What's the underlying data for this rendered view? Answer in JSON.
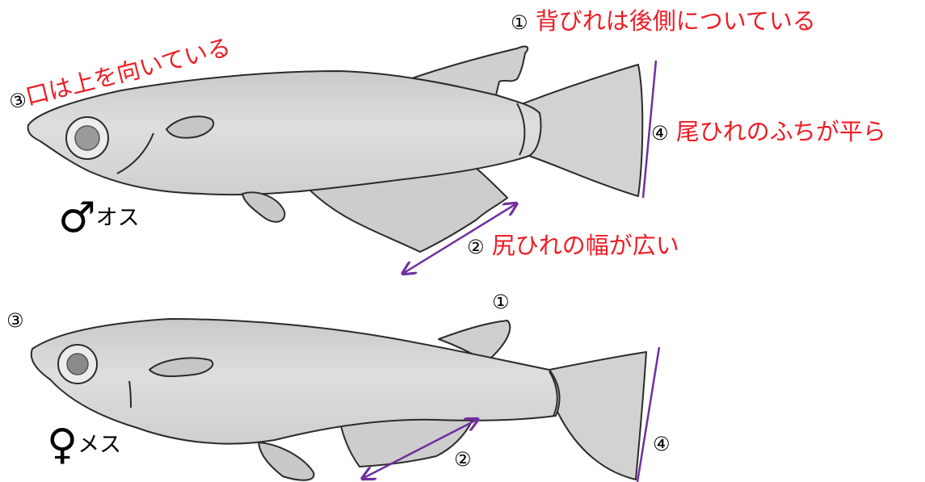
{
  "male": {
    "sex_symbol": "♂",
    "sex_label": "オス",
    "annotations": {
      "dorsal": {
        "num": "①",
        "text": "背びれは後側についている"
      },
      "anal": {
        "num": "②",
        "text": "尻ひれの幅が広い"
      },
      "mouth": {
        "num": "③",
        "text": "口は上を向いている"
      },
      "caudal": {
        "num": "④",
        "text": "尾ひれのふちが平ら"
      }
    }
  },
  "female": {
    "sex_symbol": "♀",
    "sex_label": "メス",
    "markers": {
      "dorsal": "①",
      "anal": "②",
      "mouth": "③",
      "caudal": "④"
    }
  },
  "colors": {
    "annotation_text": "#ee1c24",
    "guide_line": "#7030a0",
    "fish_body": "#d4d4d4",
    "outline": "#2b2b2b"
  }
}
